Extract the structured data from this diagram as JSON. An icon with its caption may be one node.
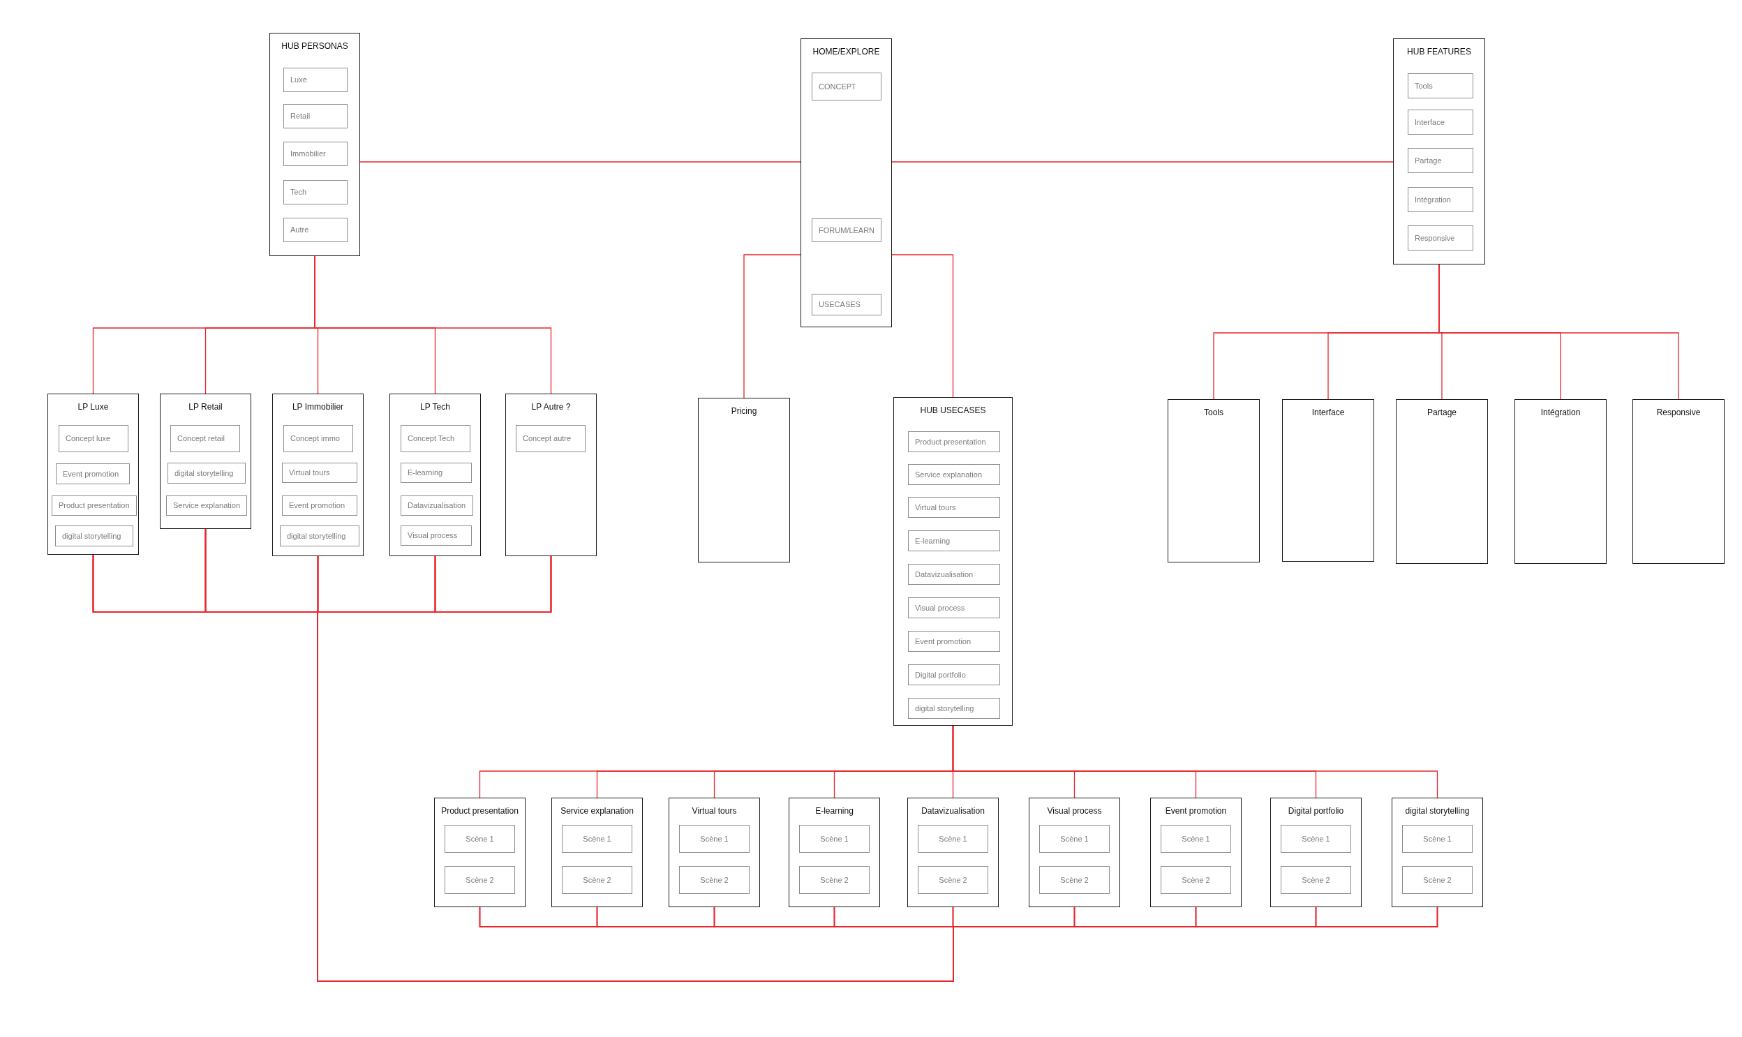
{
  "diagram": {
    "nodes": [
      {
        "text": [
          "HUB PERSONAS"
        ]
      },
      {
        "text": [
          "Luxe"
        ],
        "in": 0
      },
      {
        "text": [
          "Retail"
        ],
        "in": 0
      },
      {
        "text": [
          "Immobilier"
        ],
        "in": 0
      },
      {
        "text": [
          "Tech"
        ],
        "in": 0
      },
      {
        "text": [
          "Autre"
        ],
        "in": 0
      },
      {
        "text": [
          "HOME/EXPLORE"
        ]
      },
      {
        "text": [
          "CONCEPT"
        ],
        "in": 6
      },
      {
        "text": [
          "FORUM/LEARN"
        ],
        "in": 6
      },
      {
        "text": [
          "USECASES"
        ],
        "in": 6
      },
      {
        "text": [
          "HUB FEATURES"
        ]
      },
      {
        "text": [
          "Tools"
        ],
        "in": 10
      },
      {
        "text": [
          "Interface"
        ],
        "in": 10
      },
      {
        "text": [
          "Partage"
        ],
        "in": 10
      },
      {
        "text": [
          "Intégration"
        ],
        "in": 10
      },
      {
        "text": [
          "Responsive"
        ],
        "in": 10
      },
      {
        "text": [
          "LP Luxe"
        ]
      },
      {
        "text": [
          "Concept luxe"
        ],
        "in": 16
      },
      {
        "text": [
          "Event promotion"
        ],
        "in": 16
      },
      {
        "text": [
          "Product presentation"
        ],
        "in": 16
      },
      {
        "text": [
          "digital storytelling"
        ],
        "in": 16
      },
      {
        "text": [
          "LP Retail"
        ]
      },
      {
        "text": [
          "Concept retail"
        ],
        "in": 21
      },
      {
        "text": [
          "digital storytelling"
        ],
        "in": 21
      },
      {
        "text": [
          "Service explanation"
        ],
        "in": 21
      },
      {
        "text": [
          "LP Immobilier"
        ]
      },
      {
        "text": [
          "Concept immo"
        ],
        "in": 25
      },
      {
        "text": [
          "Virtual tours"
        ],
        "in": 25
      },
      {
        "text": [
          "Event promotion"
        ],
        "in": 25
      },
      {
        "text": [
          "digital storytelling"
        ],
        "in": 25
      },
      {
        "text": [
          "LP Tech"
        ]
      },
      {
        "text": [
          "Concept Tech"
        ],
        "in": 30
      },
      {
        "text": [
          "E-learning"
        ],
        "in": 30
      },
      {
        "text": [
          "Datavizualisation"
        ],
        "in": 30
      },
      {
        "text": [
          "Visual process"
        ],
        "in": 30
      },
      {
        "text": [
          "LP Autre ?"
        ]
      },
      {
        "text": [
          "Concept autre"
        ],
        "in": 35
      },
      {
        "text": [
          "Pricing"
        ]
      },
      {
        "text": [
          "HUB USECASES"
        ]
      },
      {
        "text": [
          "Product presentation"
        ],
        "in": 38
      },
      {
        "text": [
          "Service explanation"
        ],
        "in": 38
      },
      {
        "text": [
          "Virtual tours"
        ],
        "in": 38
      },
      {
        "text": [
          "E-learning"
        ],
        "in": 38
      },
      {
        "text": [
          "Datavizualisation"
        ],
        "in": 38
      },
      {
        "text": [
          "Visual process"
        ],
        "in": 38
      },
      {
        "text": [
          "Event promotion"
        ],
        "in": 38
      },
      {
        "text": [
          "Digital portfolio"
        ],
        "in": 38
      },
      {
        "text": [
          "digital storytelling"
        ],
        "in": 38
      },
      {
        "text": [
          "Tools"
        ]
      },
      {
        "text": [
          "Interface"
        ]
      },
      {
        "text": [
          "Partage"
        ]
      },
      {
        "text": [
          "Intégration"
        ]
      },
      {
        "text": [
          "Responsive"
        ]
      },
      {
        "text": [
          "Product presentation"
        ]
      },
      {
        "text": [
          "Scène 1"
        ],
        "in": 53
      },
      {
        "text": [
          "Scène 2"
        ],
        "in": 53
      },
      {
        "text": [
          "Service explanation"
        ]
      },
      {
        "text": [
          "Scène 1"
        ],
        "in": 56
      },
      {
        "text": [
          "Scène 2"
        ],
        "in": 56
      },
      {
        "text": [
          "Virtual tours"
        ]
      },
      {
        "text": [
          "Scène 1"
        ],
        "in": 59
      },
      {
        "text": [
          "Scène 2"
        ],
        "in": 59
      },
      {
        "text": [
          "E-learning"
        ]
      },
      {
        "text": [
          "Scène 1"
        ],
        "in": 62
      },
      {
        "text": [
          "Scène 2"
        ],
        "in": 62
      },
      {
        "text": [
          "Datavizualisation"
        ]
      },
      {
        "text": [
          "Scène 1"
        ],
        "in": 65
      },
      {
        "text": [
          "Scène 2"
        ],
        "in": 65
      },
      {
        "text": [
          "Visual process"
        ]
      },
      {
        "text": [
          "Scène 1"
        ],
        "in": 68
      },
      {
        "text": [
          "Scène 2"
        ],
        "in": 68
      },
      {
        "text": [
          "Event promotion"
        ]
      },
      {
        "text": [
          "Scène 1"
        ],
        "in": 71
      },
      {
        "text": [
          "Scène 2"
        ],
        "in": 71
      },
      {
        "text": [
          "Digital portfolio"
        ]
      },
      {
        "text": [
          "Scène 1"
        ],
        "in": 74
      },
      {
        "text": [
          "Scène 2"
        ],
        "in": 74
      },
      {
        "text": [
          "digital storytelling"
        ]
      },
      {
        "text": [
          "Scène 1"
        ],
        "in": 77
      },
      {
        "text": [
          "Scène 2"
        ],
        "in": 77
      }
    ],
    "edges": [
      {
        "from": 0,
        "to": 6,
        "arrow": "none"
      },
      {
        "from": 6,
        "to": 10,
        "arrow": "none"
      },
      {
        "from": 6,
        "to": 37,
        "arrow": "none"
      },
      {
        "from": 6,
        "to": 38,
        "arrow": "none"
      },
      {
        "from": 0,
        "to": 16,
        "arrow": "none"
      },
      {
        "from": 0,
        "to": 21,
        "arrow": "none"
      },
      {
        "from": 0,
        "to": 25,
        "arrow": "none"
      },
      {
        "from": 0,
        "to": 30,
        "arrow": "none"
      },
      {
        "from": 0,
        "to": 35,
        "arrow": "none"
      },
      {
        "from": 10,
        "to": 48,
        "arrow": "none"
      },
      {
        "from": 10,
        "to": 49,
        "arrow": "none"
      },
      {
        "from": 10,
        "to": 50,
        "arrow": "none"
      },
      {
        "from": 10,
        "to": 51,
        "arrow": "none"
      },
      {
        "from": 10,
        "to": 52,
        "arrow": "none"
      },
      {
        "from": 38,
        "to": 53,
        "arrow": "none"
      },
      {
        "from": 38,
        "to": 56,
        "arrow": "none"
      },
      {
        "from": 38,
        "to": 59,
        "arrow": "none"
      },
      {
        "from": 38,
        "to": 62,
        "arrow": "none"
      },
      {
        "from": 38,
        "to": 65,
        "arrow": "none"
      },
      {
        "from": 38,
        "to": 68,
        "arrow": "none"
      },
      {
        "from": 38,
        "to": 71,
        "arrow": "none"
      },
      {
        "from": 38,
        "to": 74,
        "arrow": "none"
      },
      {
        "from": 38,
        "to": 77,
        "arrow": "none"
      },
      {
        "from": 16,
        "to": 53,
        "arrow": "none"
      },
      {
        "from": 16,
        "to": 56,
        "arrow": "none"
      },
      {
        "from": 16,
        "to": 59,
        "arrow": "none"
      },
      {
        "from": 16,
        "to": 62,
        "arrow": "none"
      },
      {
        "from": 16,
        "to": 65,
        "arrow": "none"
      },
      {
        "from": 16,
        "to": 68,
        "arrow": "none"
      },
      {
        "from": 16,
        "to": 71,
        "arrow": "none"
      },
      {
        "from": 16,
        "to": 74,
        "arrow": "none"
      },
      {
        "from": 16,
        "to": 77,
        "arrow": "none"
      },
      {
        "from": 21,
        "to": 53,
        "arrow": "none"
      },
      {
        "from": 21,
        "to": 56,
        "arrow": "none"
      },
      {
        "from": 21,
        "to": 59,
        "arrow": "none"
      },
      {
        "from": 21,
        "to": 62,
        "arrow": "none"
      },
      {
        "from": 21,
        "to": 65,
        "arrow": "none"
      },
      {
        "from": 21,
        "to": 68,
        "arrow": "none"
      },
      {
        "from": 21,
        "to": 71,
        "arrow": "none"
      },
      {
        "from": 21,
        "to": 74,
        "arrow": "none"
      },
      {
        "from": 21,
        "to": 77,
        "arrow": "none"
      },
      {
        "from": 25,
        "to": 53,
        "arrow": "none"
      },
      {
        "from": 25,
        "to": 56,
        "arrow": "none"
      },
      {
        "from": 25,
        "to": 59,
        "arrow": "none"
      },
      {
        "from": 25,
        "to": 62,
        "arrow": "none"
      },
      {
        "from": 25,
        "to": 65,
        "arrow": "none"
      },
      {
        "from": 25,
        "to": 68,
        "arrow": "none"
      },
      {
        "from": 25,
        "to": 71,
        "arrow": "none"
      },
      {
        "from": 25,
        "to": 74,
        "arrow": "none"
      },
      {
        "from": 25,
        "to": 77,
        "arrow": "none"
      },
      {
        "from": 30,
        "to": 53,
        "arrow": "none"
      },
      {
        "from": 30,
        "to": 56,
        "arrow": "none"
      },
      {
        "from": 30,
        "to": 59,
        "arrow": "none"
      },
      {
        "from": 30,
        "to": 62,
        "arrow": "none"
      },
      {
        "from": 30,
        "to": 65,
        "arrow": "none"
      },
      {
        "from": 30,
        "to": 68,
        "arrow": "none"
      },
      {
        "from": 30,
        "to": 71,
        "arrow": "none"
      },
      {
        "from": 30,
        "to": 74,
        "arrow": "none"
      },
      {
        "from": 30,
        "to": 77,
        "arrow": "none"
      },
      {
        "from": 35,
        "to": 53,
        "arrow": "none"
      },
      {
        "from": 35,
        "to": 56,
        "arrow": "none"
      },
      {
        "from": 35,
        "to": 59,
        "arrow": "none"
      },
      {
        "from": 35,
        "to": 62,
        "arrow": "none"
      },
      {
        "from": 35,
        "to": 65,
        "arrow": "none"
      },
      {
        "from": 35,
        "to": 68,
        "arrow": "none"
      },
      {
        "from": 35,
        "to": 71,
        "arrow": "none"
      },
      {
        "from": 35,
        "to": 74,
        "arrow": "none"
      },
      {
        "from": 35,
        "to": 77,
        "arrow": "none"
      }
    ]
  }
}
